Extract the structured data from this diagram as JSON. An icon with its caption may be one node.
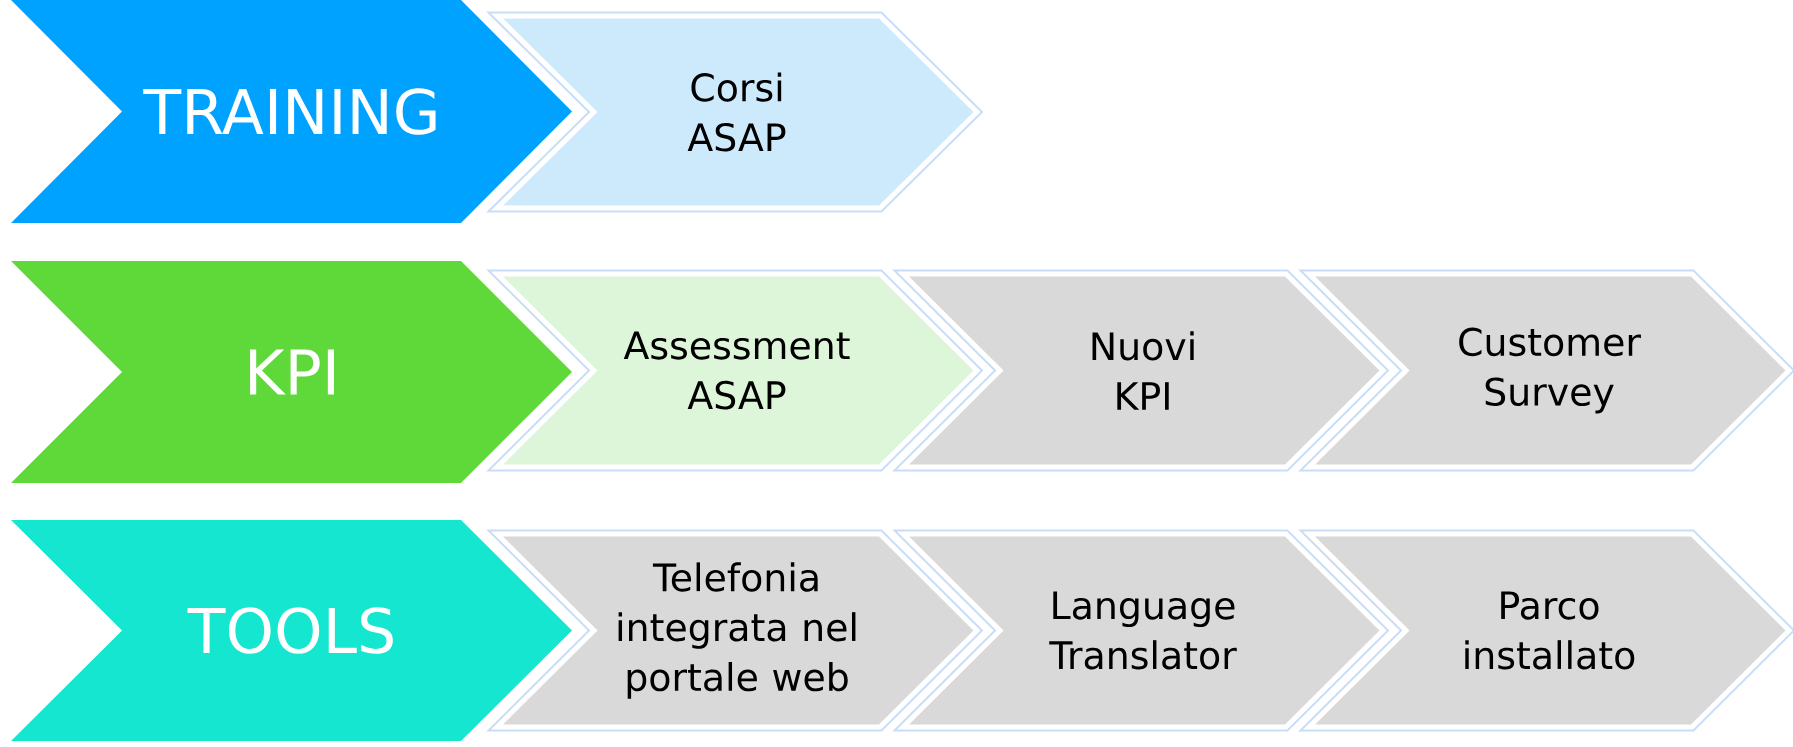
{
  "diagram": {
    "nodes": [
      {
        "text": [
          "TRAINING"
        ]
      },
      {
        "text": [
          "Corsi ASAP"
        ]
      },
      {
        "text": [
          "KPI"
        ]
      },
      {
        "text": [
          "Assessment ASAP"
        ]
      },
      {
        "text": [
          "Nuovi KPI"
        ]
      },
      {
        "text": [
          "Customer Survey"
        ]
      },
      {
        "text": [
          "TOOLS"
        ]
      },
      {
        "text": [
          "Telefonia integrata nel portale web"
        ]
      },
      {
        "text": [
          "Language Translator"
        ]
      },
      {
        "text": [
          "Parco installato"
        ]
      }
    ]
  }
}
